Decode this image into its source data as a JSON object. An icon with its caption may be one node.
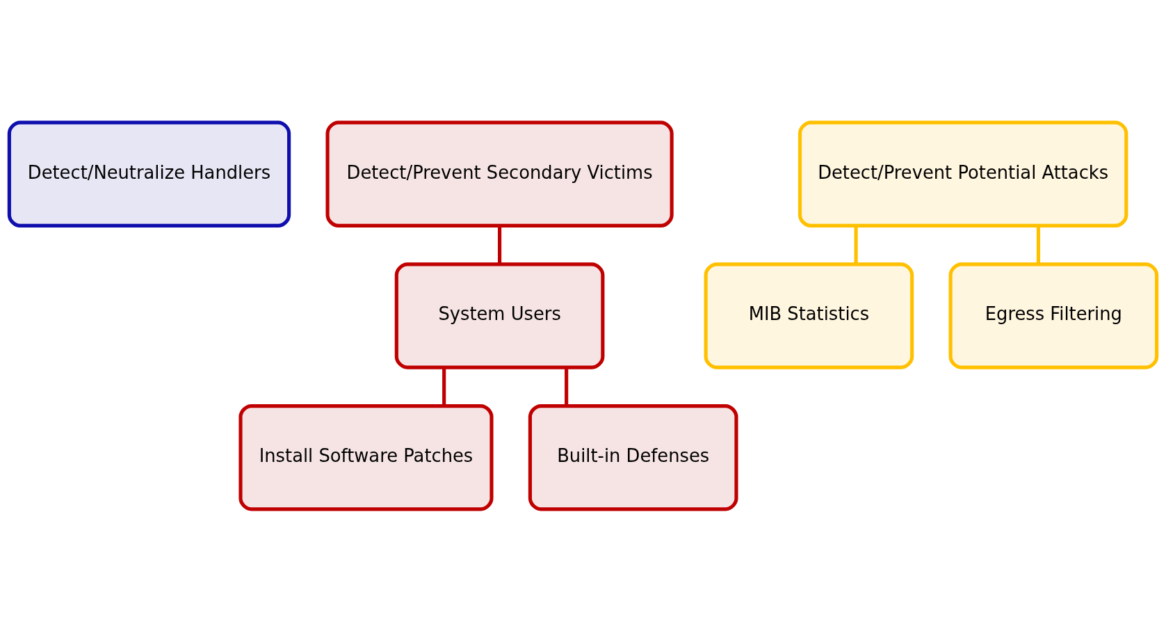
{
  "diagram": {
    "nodes": [
      {
        "text": [
          "Detect/Neutralize Handlers"
        ]
      },
      {
        "text": [
          "Detect/Prevent Secondary Victims"
        ]
      },
      {
        "text": [
          "Detect/Prevent Potential Attacks"
        ]
      },
      {
        "text": [
          "System Users"
        ]
      },
      {
        "text": [
          "MIB Statistics"
        ]
      },
      {
        "text": [
          "Egress Filtering"
        ]
      },
      {
        "text": [
          "Install Software Patches"
        ]
      },
      {
        "text": [
          "Built-in Defenses"
        ]
      }
    ],
    "edges": [
      {
        "from": 1,
        "to": 3,
        "arrow": "none"
      },
      {
        "from": 2,
        "to": 4,
        "arrow": "none",
        "color": "#ffc000"
      },
      {
        "from": 2,
        "to": 5,
        "arrow": "none",
        "color": "#ffc000"
      },
      {
        "from": 3,
        "to": 6,
        "arrow": "none"
      },
      {
        "from": 3,
        "to": 7,
        "arrow": "none"
      }
    ]
  }
}
